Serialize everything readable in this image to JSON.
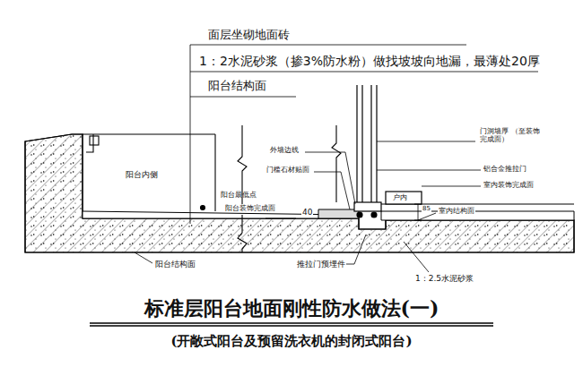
{
  "diagram": {
    "title": "标准层阳台地面刚性防水做法(一)",
    "caption": "(开敞式阳台及预留洗衣机的封闭式阳台)",
    "labels": [
      "面层坐砌地面砖",
      "1：2水泥砂浆（掺3%防水粉）做找坡坡向地漏，最薄处20厚",
      "阳台结构面",
      "阳台内侧",
      "外墙边线",
      "门槛石材贴面",
      "阳台最低点",
      "阳台装饰完成面",
      "40",
      "门洞墙厚 （至装饰完成面）",
      "铝合金推拉门",
      "室内装饰完成面",
      "户内",
      "室内结构面",
      "85",
      "推拉门预埋件",
      "1：2.5水泥砂浆",
      "阳台结构面"
    ]
  }
}
